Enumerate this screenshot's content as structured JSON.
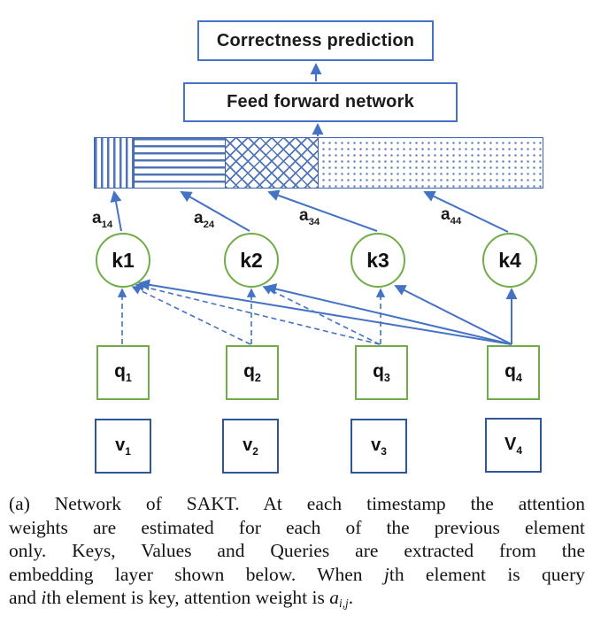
{
  "figure": {
    "colors": {
      "line_blue": "#4472C4",
      "pattern_blue": "#4f74b8",
      "bar_border_blue": "#3d62aa",
      "value_border_navy": "#2e5596",
      "shape_green": "#70AD47",
      "text": "#1b1b1b"
    },
    "top_boxes": {
      "correctness_label": "Correctness prediction",
      "ffn_label": "Feed forward network"
    },
    "bar_segments": [
      {
        "pattern": "vertical-lines"
      },
      {
        "pattern": "horizontal-lines"
      },
      {
        "pattern": "crosshatch"
      },
      {
        "pattern": "dots"
      }
    ],
    "attention_labels": [
      {
        "base": "a",
        "sub": "14"
      },
      {
        "base": "a",
        "sub": "24"
      },
      {
        "base": "a",
        "sub": "34"
      },
      {
        "base": "a",
        "sub": "44"
      }
    ],
    "keys": [
      "k1",
      "k2",
      "k3",
      "k4"
    ],
    "queries": [
      {
        "base": "q",
        "sub": "1"
      },
      {
        "base": "q",
        "sub": "2"
      },
      {
        "base": "q",
        "sub": "3"
      },
      {
        "base": "q",
        "sub": "4"
      }
    ],
    "values": [
      {
        "base": "v",
        "sub": "1",
        "pattern": "vertical-lines"
      },
      {
        "base": "v",
        "sub": "2",
        "pattern": "horizontal-lines"
      },
      {
        "base": "v",
        "sub": "3",
        "pattern": "crosshatch"
      },
      {
        "base": "V",
        "sub": "4",
        "pattern": "dots"
      }
    ]
  },
  "caption": {
    "lines": [
      {
        "parts": [
          {
            "text": "(a) Network of SAKT. At each timestamp the attention"
          }
        ]
      },
      {
        "parts": [
          {
            "text": "weights are estimated for each of the previous element"
          }
        ]
      },
      {
        "parts": [
          {
            "text": "only.  Keys, Values and Queries are extracted from the"
          }
        ]
      },
      {
        "parts": [
          {
            "text": "embedding layer shown below. When "
          },
          {
            "text": "j"
          },
          {
            "text": "th element is query"
          }
        ]
      },
      {
        "parts": [
          {
            "text": "and "
          },
          {
            "text": "i"
          },
          {
            "text": "th element is key, attention weight is "
          },
          {
            "text": "a"
          },
          {
            "text": "i,j"
          },
          {
            "text": "."
          }
        ]
      }
    ]
  }
}
